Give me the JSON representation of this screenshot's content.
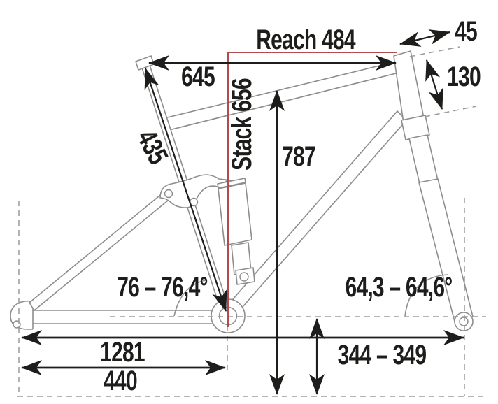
{
  "diagram_type": "bicycle-frame-geometry",
  "colors": {
    "accent": "#b14c4a",
    "frame": "#8d8d8d",
    "dashed": "#9a9a9a",
    "dimension": "#1d1d1b",
    "background": "#ffffff"
  },
  "dimensions": {
    "reach": {
      "label": "Reach 484"
    },
    "stack": {
      "label": "Stack 656"
    },
    "top_645": {
      "label": "645"
    },
    "seat_tube_435": {
      "label": "435"
    },
    "standover_787": {
      "label": "787"
    },
    "stem_45": {
      "label": "45"
    },
    "head_tube_130": {
      "label": "130"
    },
    "seat_angle": {
      "label": "76 – 76,4°"
    },
    "head_angle": {
      "label": "64,3 – 64,6°"
    },
    "wheelbase_1281": {
      "label": "1281"
    },
    "rear_center_440": {
      "label": "440"
    },
    "bb_height_344_349": {
      "label": "344 – 349"
    }
  }
}
